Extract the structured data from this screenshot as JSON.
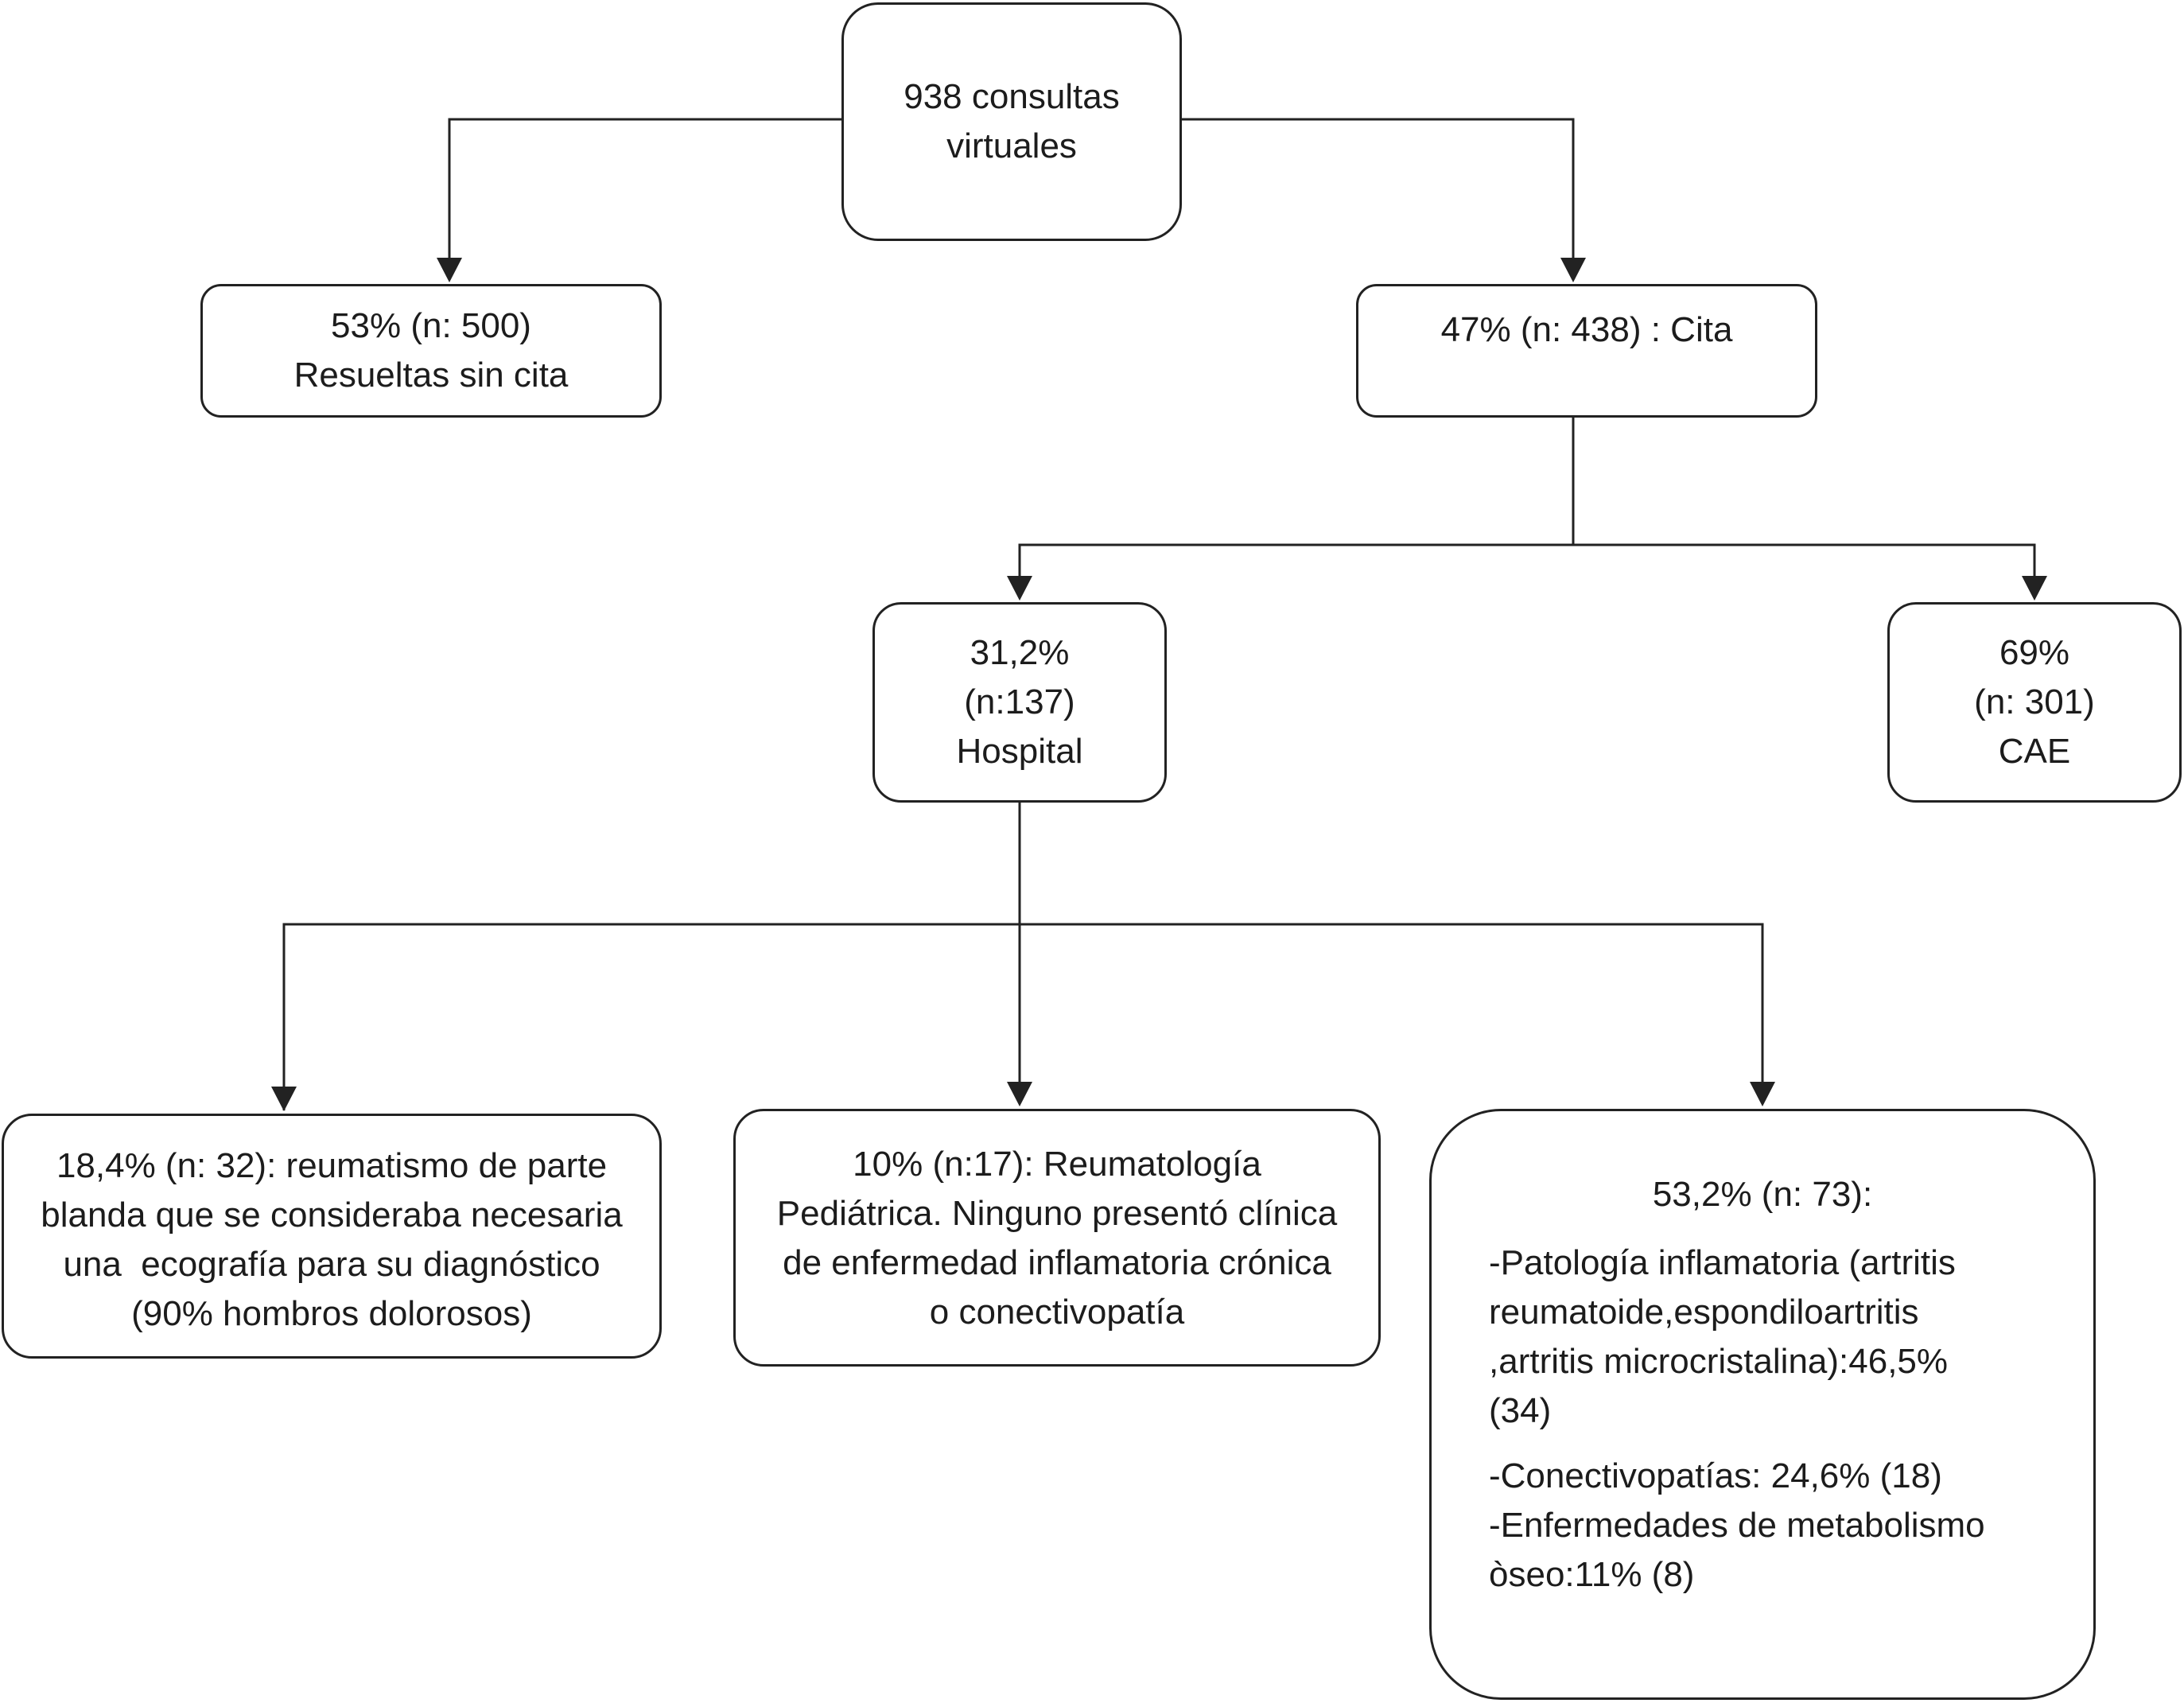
{
  "nodes": {
    "root": {
      "lines": [
        "938 consultas",
        "virtuales"
      ]
    },
    "sin_cita": {
      "lines": [
        "53% (n: 500)",
        "Resueltas sin cita"
      ]
    },
    "cita": {
      "lines": [
        "47% (n: 438) : Cita"
      ]
    },
    "hospital": {
      "lines": [
        "31,2%",
        "(n:137)",
        "Hospital"
      ]
    },
    "cae": {
      "lines": [
        "69%",
        "(n: 301)",
        "CAE"
      ]
    },
    "blanda": {
      "lines": [
        "18,4% (n: 32): reumatismo de parte",
        "blanda que se consideraba necesaria",
        "una  ecografía para su diagnóstico",
        "(90% hombros dolorosos)"
      ]
    },
    "pediatrica": {
      "lines": [
        "10% (n:17): Reumatología",
        "Pediátrica. Ninguno presentó clínica",
        "de enfermedad inflamatoria crónica",
        "o conectivopatía"
      ]
    },
    "inflamatoria": {
      "title": "53,2% (n: 73):",
      "block1": [
        "-Patología inflamatoria (artritis",
        "reumatoide,espondiloartritis",
        ",artritis microcristalina):46,5%",
        "(34)"
      ],
      "block2": [
        "-Conectivopatías: 24,6% (18)",
        "-Enfermedades de metabolismo",
        "òseo:11% (8)"
      ]
    }
  },
  "colors": {
    "stroke": "#222222",
    "text": "#1c1c1c"
  }
}
